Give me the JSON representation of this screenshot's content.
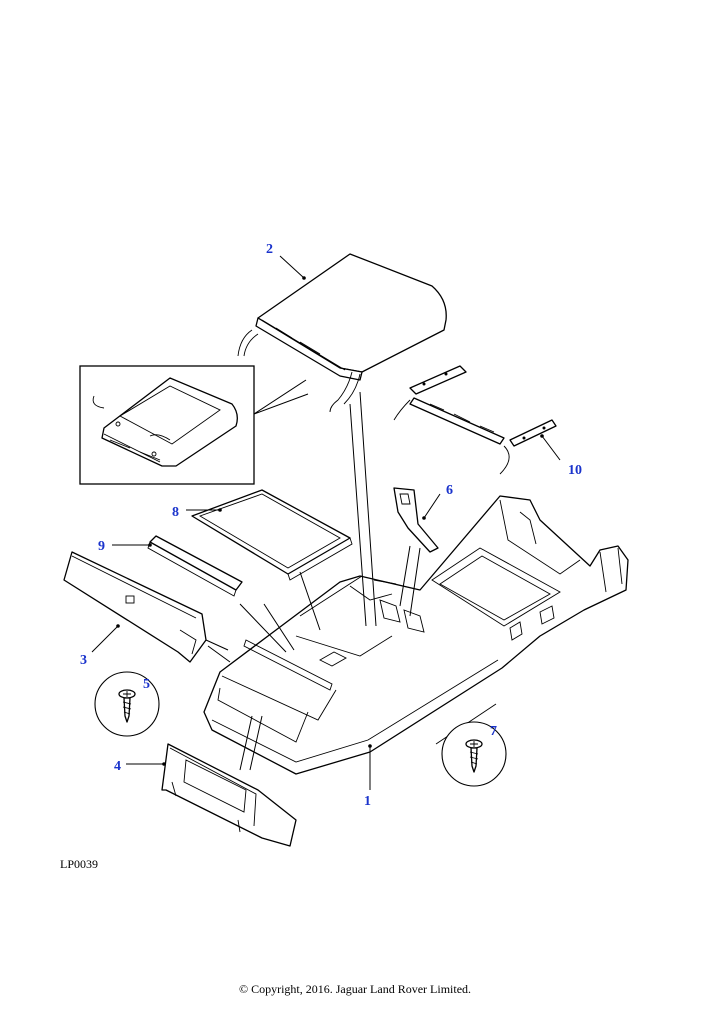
{
  "callouts": {
    "c1": "1",
    "c2": "2",
    "c3": "3",
    "c4": "4",
    "c5": "5",
    "c6": "6",
    "c7": "7",
    "c8": "8",
    "c9": "9",
    "c10": "10"
  },
  "reference_code": "LP0039",
  "copyright": "© Copyright, 2016. Jaguar Land Rover Limited.",
  "colors": {
    "callout": "#1a33cc",
    "line": "#000000",
    "background": "#ffffff"
  }
}
